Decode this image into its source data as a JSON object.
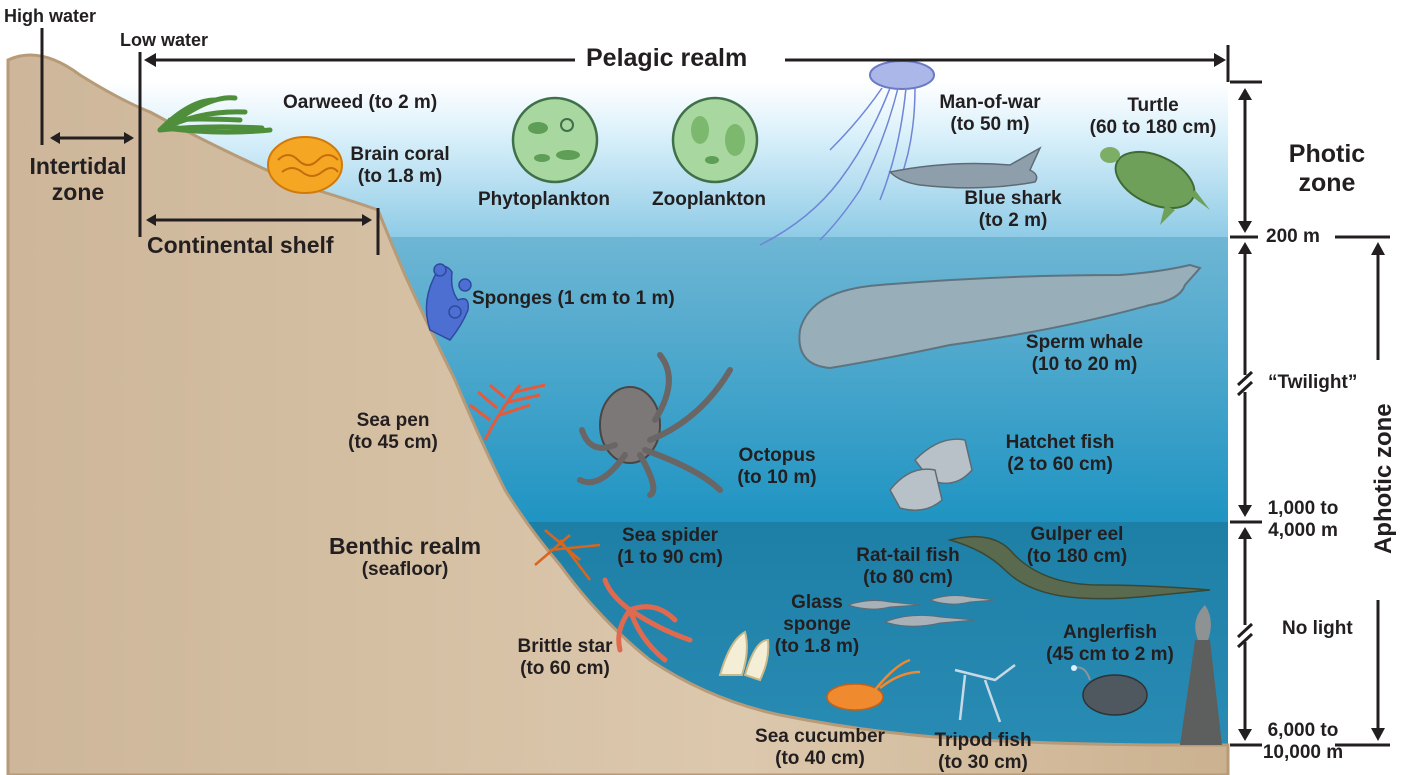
{
  "tide": {
    "high_water": "High water",
    "low_water": "Low water",
    "intertidal_line1": "Intertidal",
    "intertidal_line2": "zone",
    "continental_shelf": "Continental shelf"
  },
  "realms": {
    "pelagic": "Pelagic realm",
    "benthic_line1": "Benthic realm",
    "benthic_line2": "(seafloor)"
  },
  "zones": {
    "photic_line1": "Photic",
    "photic_line2": "zone",
    "aphotic": "Aphotic zone",
    "twilight": "“Twilight”",
    "no_light": "No light"
  },
  "depths": {
    "d200": "200 m",
    "d1000_line1": "1,000 to",
    "d1000_line2": "4,000 m",
    "d6000_line1": "6,000 to",
    "d6000_line2": "10,000 m"
  },
  "organisms": [
    {
      "line1": "Oarweed (to 2 m)",
      "line2": ""
    },
    {
      "line1": "Brain coral",
      "line2": "(to 1.8 m)"
    },
    {
      "line1": "Phytoplankton",
      "line2": ""
    },
    {
      "line1": "Zooplankton",
      "line2": ""
    },
    {
      "line1": "Man-of-war",
      "line2": "(to 50 m)"
    },
    {
      "line1": "Turtle",
      "line2": "(60 to 180 cm)"
    },
    {
      "line1": "Blue shark",
      "line2": "(to 2 m)"
    },
    {
      "line1": "Sponges (1 cm to 1 m)",
      "line2": ""
    },
    {
      "line1": "Sperm whale",
      "line2": "(10 to 20 m)"
    },
    {
      "line1": "Sea pen",
      "line2": "(to 45 cm)"
    },
    {
      "line1": "Octopus",
      "line2": "(to 10 m)"
    },
    {
      "line1": "Hatchet fish",
      "line2": "(2 to 60 cm)"
    },
    {
      "line1": "Sea spider",
      "line2": "(1 to 90 cm)"
    },
    {
      "line1": "Gulper eel",
      "line2": "(to 180 cm)"
    },
    {
      "line1": "Rat-tail fish",
      "line2": "(to 80 cm)"
    },
    {
      "line1": "Glass",
      "line2": "sponge",
      "line3": "(to 1.8 m)"
    },
    {
      "line1": "Anglerfish",
      "line2": "(45 cm to 2 m)"
    },
    {
      "line1": "Brittle star",
      "line2": "(to 60 cm)"
    },
    {
      "line1": "Sea cucumber",
      "line2": "(to 40 cm)"
    },
    {
      "line1": "Tripod fish",
      "line2": "(to 30 cm)"
    }
  ],
  "colors": {
    "photic_water": "#bfe6f7",
    "twilight_water": "#3f9fc4",
    "deep_water": "#1d7396",
    "seafloor": "#d8c2a6",
    "outline": "#231f20"
  }
}
